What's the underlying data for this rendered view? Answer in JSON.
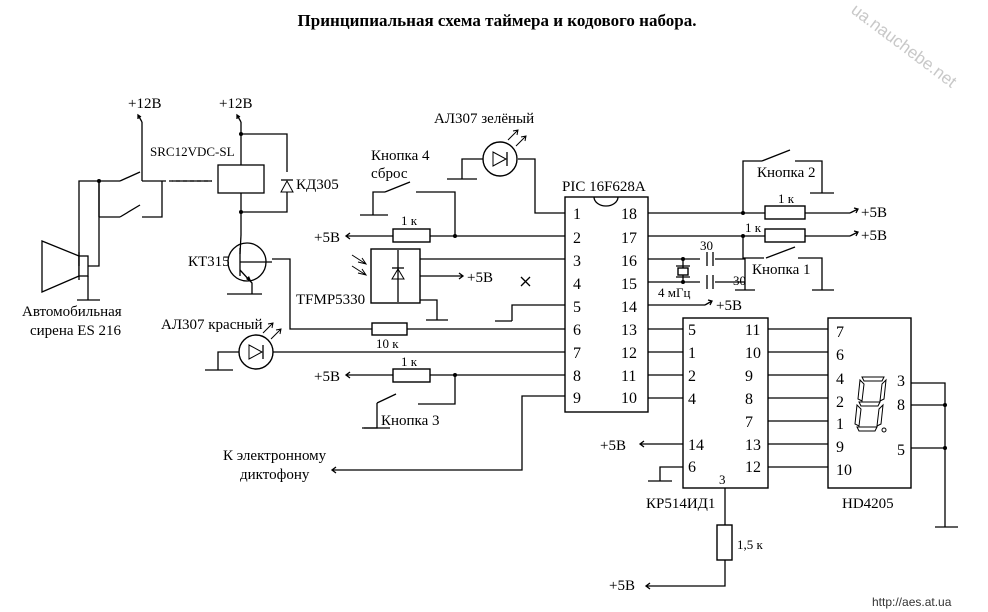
{
  "title": "Принципиальная схема таймера  и кодового набора.",
  "watermarks": {
    "diagonal": "ua.nauchebe.net",
    "corner": "http://aes.at.ua"
  },
  "components": {
    "mcu": "PIC 16F628A",
    "decoder": "КР514ИД1",
    "display": "HD4205",
    "relay": "SRC12VDC-SL",
    "diode": "КД305",
    "transistor": "КТ315",
    "ir_receiver": "TFMP5330",
    "led_green": "АЛ307 зелёный",
    "led_red": "АЛ307 красный",
    "siren_line1": "Автомобильная",
    "siren_line2": "сирена ES 216",
    "dictaphone_line1": "К электронному",
    "dictaphone_line2": "диктофону"
  },
  "buttons": {
    "b1": "Кнопка 1",
    "b2": "Кнопка 2",
    "b3": "Кнопка 3",
    "b4_line1": "Кнопка 4",
    "b4_line2": "сброс"
  },
  "values": {
    "r1k": "1 к",
    "r10k": "10 к",
    "r15k": "1,5 к",
    "c30": "30",
    "xtal": "4 мГц"
  },
  "power": {
    "p12": "+12В",
    "p5": "+5В"
  },
  "pins": {
    "mcu_left": [
      "1",
      "2",
      "3",
      "4",
      "5",
      "6",
      "7",
      "8",
      "9"
    ],
    "mcu_right": [
      "18",
      "17",
      "16",
      "15",
      "14",
      "13",
      "12",
      "11",
      "10"
    ],
    "dec_left": [
      "5",
      "1",
      "2",
      "4",
      "14",
      "6"
    ],
    "dec_right": [
      "11",
      "10",
      "9",
      "8",
      "7",
      "13",
      "12"
    ],
    "dec_bottom": "3",
    "disp_left": [
      "7",
      "6",
      "4",
      "2",
      "1",
      "9",
      "10"
    ],
    "disp_right": [
      "3",
      "8",
      "5"
    ]
  }
}
